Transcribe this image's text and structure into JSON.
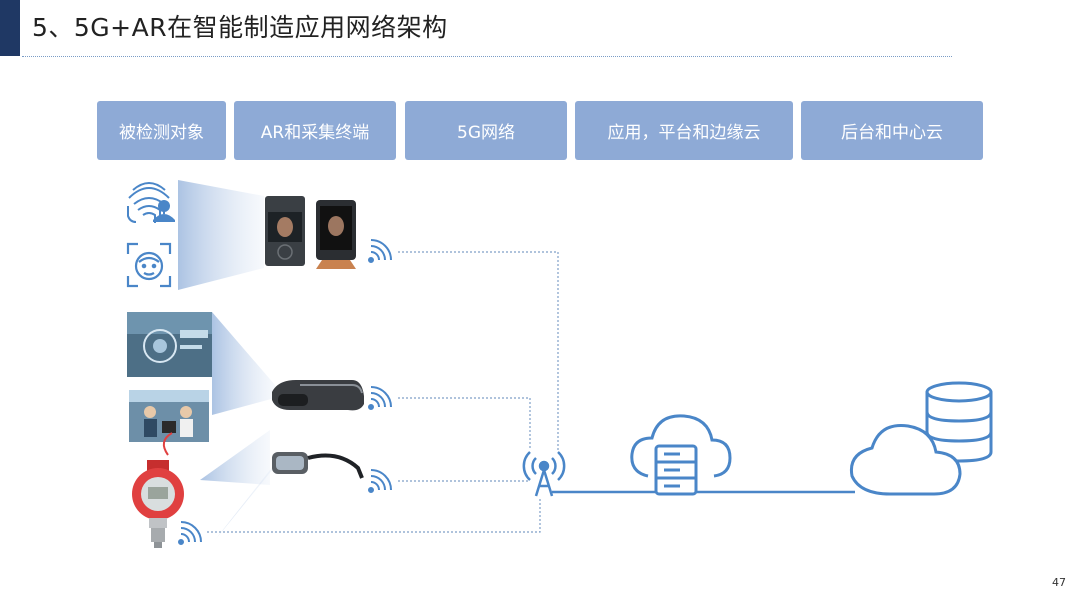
{
  "title": "5、5G+AR在智能制造应用网络架构",
  "headers": [
    "被检测对象",
    "AR和采集终端",
    "5G网络",
    "应用，平台和边缘云",
    "后台和中心云"
  ],
  "page_number": "47",
  "colors": {
    "accent_dark": "#1f3864",
    "header_bg": "#8eaad6",
    "icon_blue": "#4a86c8",
    "sensor_red": "#e04040"
  }
}
